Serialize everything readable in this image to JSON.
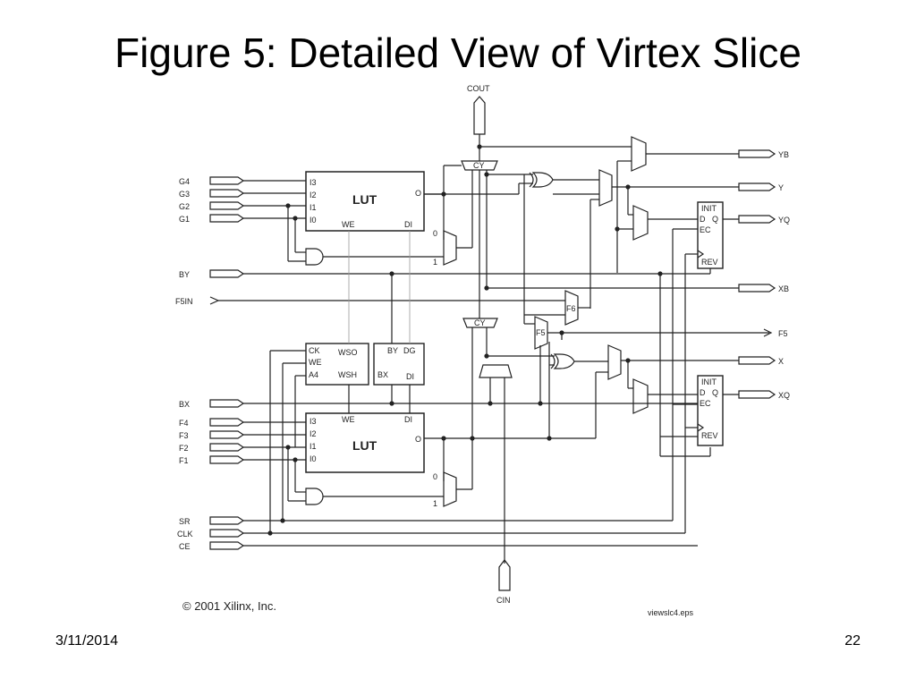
{
  "slide": {
    "title": "Figure 5: Detailed View of Virtex Slice",
    "date": "3/11/2014",
    "page_number": "22"
  },
  "diagram": {
    "inputs_top": [
      "G4",
      "G3",
      "G2",
      "G1"
    ],
    "inputs_bottom": [
      "F4",
      "F3",
      "F2",
      "F1"
    ],
    "by_label": "BY",
    "f5in_label": "F5IN",
    "bx_label": "BX",
    "control_inputs": [
      "SR",
      "CLK",
      "CE"
    ],
    "cout_label": "COUT",
    "cin_label": "CIN",
    "outputs": {
      "yb": "YB",
      "y": "Y",
      "yq": "YQ",
      "xb": "XB",
      "f5": "F5",
      "x": "X",
      "xq": "XQ"
    },
    "lut_top": {
      "name": "LUT",
      "pins_left": [
        "I3",
        "I2",
        "I1",
        "I0"
      ],
      "pin_out": "O",
      "pin_we": "WE",
      "pin_di": "DI"
    },
    "lut_bottom": {
      "name": "LUT",
      "pins_left": [
        "I3",
        "I2",
        "I1",
        "I0"
      ],
      "pin_out": "O",
      "pin_we": "WE",
      "pin_di": "DI"
    },
    "wso_block": {
      "pins_left": [
        "CK",
        "WE",
        "A4"
      ],
      "pin_wso": "WSO",
      "pin_wsh": "WSH"
    },
    "by_dg_block": {
      "pin_by": "BY",
      "pin_dg": "DG",
      "pin_bx": "BX",
      "pin_di": "DI"
    },
    "ff_top": {
      "init": "INIT",
      "d": "D",
      "q": "Q",
      "ec": "EC",
      "rev": "REV"
    },
    "ff_bottom": {
      "init": "INIT",
      "d": "D",
      "q": "Q",
      "ec": "EC",
      "rev": "REV"
    },
    "carry_top": "CY",
    "carry_bottom": "CY",
    "mux_f6": "F6",
    "mux_f5": "F5",
    "mux_top_sel": [
      "0",
      "1"
    ],
    "mux_bottom_sel": [
      "0",
      "1"
    ],
    "copyright": "© 2001 Xilinx, Inc.",
    "filename": "viewslc4.eps"
  }
}
